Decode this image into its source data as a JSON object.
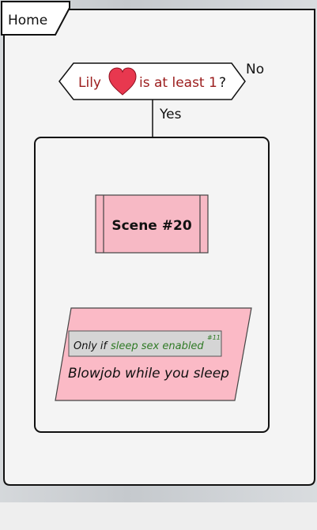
{
  "tab": {
    "label": "Home"
  },
  "decision": {
    "prefix": "Lily",
    "suffix": "is at least 1",
    "question_mark": "?",
    "no_label": "No",
    "yes_label": "Yes"
  },
  "scene": {
    "label": "Scene #20"
  },
  "event": {
    "condition_prefix": "Only if",
    "condition_value": "sleep sex enabled",
    "condition_number": "#11",
    "title": "Blowjob while you sleep"
  },
  "colors": {
    "heart": "#e8384f",
    "decision_text": "#9b1c1c",
    "scene_fill": "#f7b9c5",
    "event_fill": "#fbbac6",
    "condition_value": "#2f7a25",
    "condition_box": "#d5d5d5"
  }
}
